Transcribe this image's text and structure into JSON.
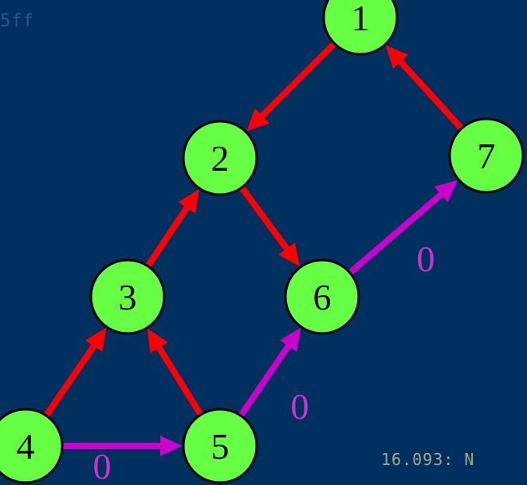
{
  "colors": {
    "background": "#00305f",
    "node_fill": "#66ff44",
    "node_stroke": "#000000",
    "tree_edge": "#ff0000",
    "zero_edge": "#cc00cc",
    "zero_label": "#cc33cc"
  },
  "nodes": [
    {
      "id": "1",
      "label": "1"
    },
    {
      "id": "2",
      "label": "2"
    },
    {
      "id": "3",
      "label": "3"
    },
    {
      "id": "4",
      "label": "4"
    },
    {
      "id": "5",
      "label": "5"
    },
    {
      "id": "6",
      "label": "6"
    },
    {
      "id": "7",
      "label": "7"
    }
  ],
  "edges": [
    {
      "from": "1",
      "to": "2",
      "kind": "tree",
      "label": ""
    },
    {
      "from": "7",
      "to": "1",
      "kind": "tree",
      "label": ""
    },
    {
      "from": "3",
      "to": "2",
      "kind": "tree",
      "label": ""
    },
    {
      "from": "2",
      "to": "6",
      "kind": "tree",
      "label": ""
    },
    {
      "from": "4",
      "to": "3",
      "kind": "tree",
      "label": ""
    },
    {
      "from": "5",
      "to": "3",
      "kind": "tree",
      "label": ""
    },
    {
      "from": "6",
      "to": "7",
      "kind": "zero",
      "label": "0"
    },
    {
      "from": "5",
      "to": "6",
      "kind": "zero",
      "label": "0"
    },
    {
      "from": "4",
      "to": "5",
      "kind": "zero",
      "label": "0"
    }
  ],
  "corner_text": {
    "top": "5ff",
    "bottom": "16.093: N"
  }
}
